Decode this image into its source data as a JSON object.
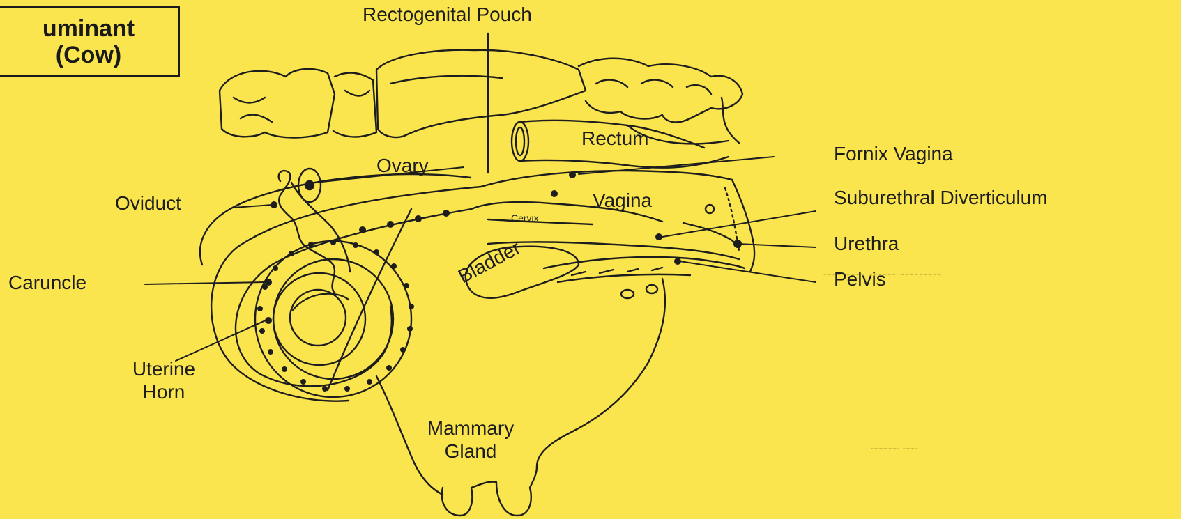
{
  "title": {
    "line1": "uminant",
    "line2": "(Cow)"
  },
  "labels": {
    "rectogenital_pouch": "Rectogenital Pouch",
    "rectum": "Rectum",
    "ovary": "Ovary",
    "oviduct": "Oviduct",
    "vagina": "Vagina",
    "cervix": "Cervix",
    "fornix_vagina": "Fornix Vagina",
    "suburethral_diverticulum": "Suburethral Diverticulum",
    "urethra": "Urethra",
    "pelvis": "Pelvis",
    "bladder": "Bladder",
    "caruncle": "Caruncle",
    "uterine_horn_line1": "Uterine",
    "uterine_horn_line2": "Horn",
    "mammary_gland_line1": "Mammary",
    "mammary_gland_line2": "Gland"
  },
  "colors": {
    "background": "#fbe54f",
    "ink": "#1d1d1d"
  }
}
